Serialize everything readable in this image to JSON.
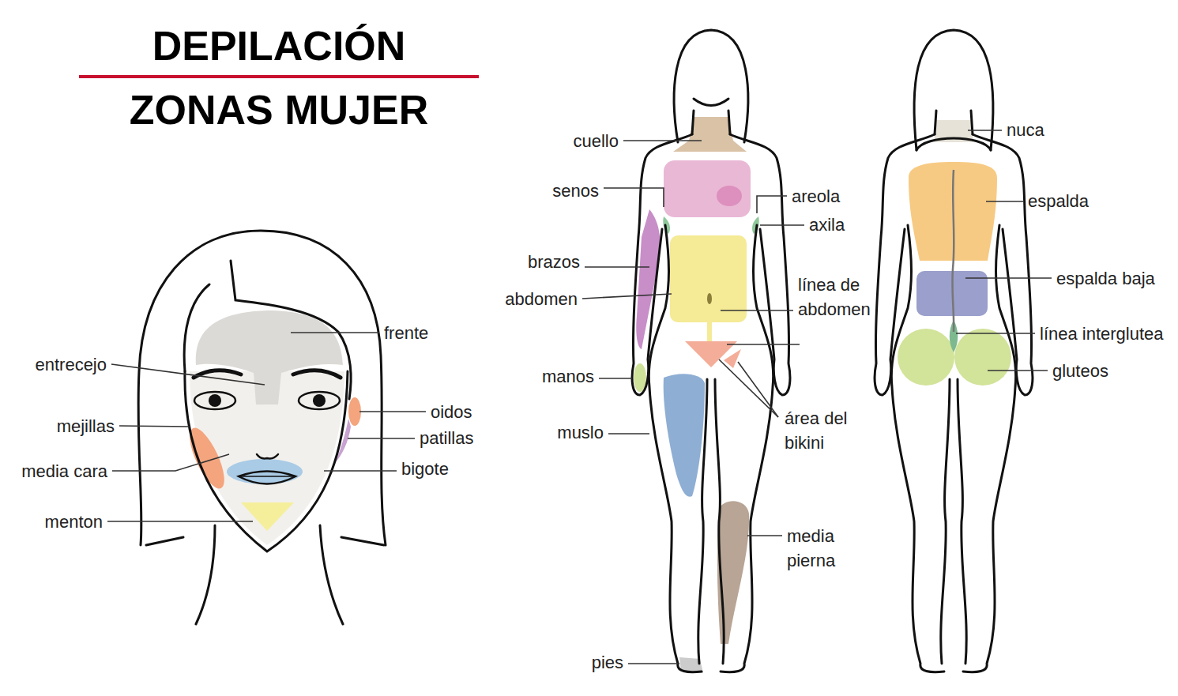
{
  "diagram": {
    "title": "DEPILACIÓN",
    "labels": [
      "ZONAS MUJER",
      "frente",
      "entrecejo",
      "mejillas",
      "oidos",
      "patillas",
      "media cara",
      "bigote",
      "menton",
      "cuello",
      "senos",
      "areola",
      "axila",
      "brazos",
      "abdomen",
      "línea de abdomen",
      "manos",
      "muslo",
      "área del bikini",
      "media pierna",
      "pies",
      "nuca",
      "espalda",
      "espalda baja",
      "línea interglutea",
      "gluteos"
    ]
  }
}
